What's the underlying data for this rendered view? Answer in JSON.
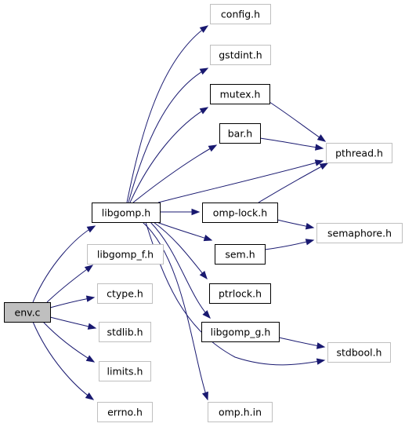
{
  "colors": {
    "edge": "#191970",
    "node_border": "#000000",
    "missing_border": "#bfbfbf",
    "root_fill": "#bfbfbf",
    "node_fill": "#ffffff"
  },
  "nodes": [
    {
      "id": "env_c",
      "label": "env.c",
      "kind": "root"
    },
    {
      "id": "libgomp_h",
      "label": "libgomp.h",
      "kind": "header"
    },
    {
      "id": "libgomp_f_h",
      "label": "libgomp_f.h",
      "kind": "missing"
    },
    {
      "id": "ctype_h",
      "label": "ctype.h",
      "kind": "missing"
    },
    {
      "id": "stdlib_h",
      "label": "stdlib.h",
      "kind": "missing"
    },
    {
      "id": "limits_h",
      "label": "limits.h",
      "kind": "missing"
    },
    {
      "id": "errno_h",
      "label": "errno.h",
      "kind": "missing"
    },
    {
      "id": "config_h",
      "label": "config.h",
      "kind": "missing"
    },
    {
      "id": "gstdint_h",
      "label": "gstdint.h",
      "kind": "missing"
    },
    {
      "id": "mutex_h",
      "label": "mutex.h",
      "kind": "header"
    },
    {
      "id": "bar_h",
      "label": "bar.h",
      "kind": "header"
    },
    {
      "id": "omp_lock_h",
      "label": "omp-lock.h",
      "kind": "header"
    },
    {
      "id": "sem_h",
      "label": "sem.h",
      "kind": "header"
    },
    {
      "id": "ptrlock_h",
      "label": "ptrlock.h",
      "kind": "header"
    },
    {
      "id": "libgomp_g_h",
      "label": "libgomp_g.h",
      "kind": "header"
    },
    {
      "id": "omp_h_in",
      "label": "omp.h.in",
      "kind": "missing"
    },
    {
      "id": "pthread_h",
      "label": "pthread.h",
      "kind": "missing"
    },
    {
      "id": "semaphore_h",
      "label": "semaphore.h",
      "kind": "missing"
    },
    {
      "id": "stdbool_h",
      "label": "stdbool.h",
      "kind": "missing"
    }
  ],
  "edges": [
    {
      "from": "env_c",
      "to": "libgomp_h"
    },
    {
      "from": "env_c",
      "to": "libgomp_f_h"
    },
    {
      "from": "env_c",
      "to": "ctype_h"
    },
    {
      "from": "env_c",
      "to": "stdlib_h"
    },
    {
      "from": "env_c",
      "to": "limits_h"
    },
    {
      "from": "env_c",
      "to": "errno_h"
    },
    {
      "from": "libgomp_h",
      "to": "config_h"
    },
    {
      "from": "libgomp_h",
      "to": "gstdint_h"
    },
    {
      "from": "libgomp_h",
      "to": "mutex_h"
    },
    {
      "from": "libgomp_h",
      "to": "bar_h"
    },
    {
      "from": "libgomp_h",
      "to": "pthread_h"
    },
    {
      "from": "libgomp_h",
      "to": "omp_lock_h"
    },
    {
      "from": "libgomp_h",
      "to": "sem_h"
    },
    {
      "from": "libgomp_h",
      "to": "ptrlock_h"
    },
    {
      "from": "libgomp_h",
      "to": "libgomp_g_h"
    },
    {
      "from": "libgomp_h",
      "to": "stdbool_h"
    },
    {
      "from": "libgomp_h",
      "to": "omp_h_in"
    },
    {
      "from": "mutex_h",
      "to": "pthread_h"
    },
    {
      "from": "bar_h",
      "to": "pthread_h"
    },
    {
      "from": "omp_lock_h",
      "to": "pthread_h"
    },
    {
      "from": "omp_lock_h",
      "to": "semaphore_h"
    },
    {
      "from": "sem_h",
      "to": "semaphore_h"
    },
    {
      "from": "libgomp_g_h",
      "to": "stdbool_h"
    }
  ]
}
